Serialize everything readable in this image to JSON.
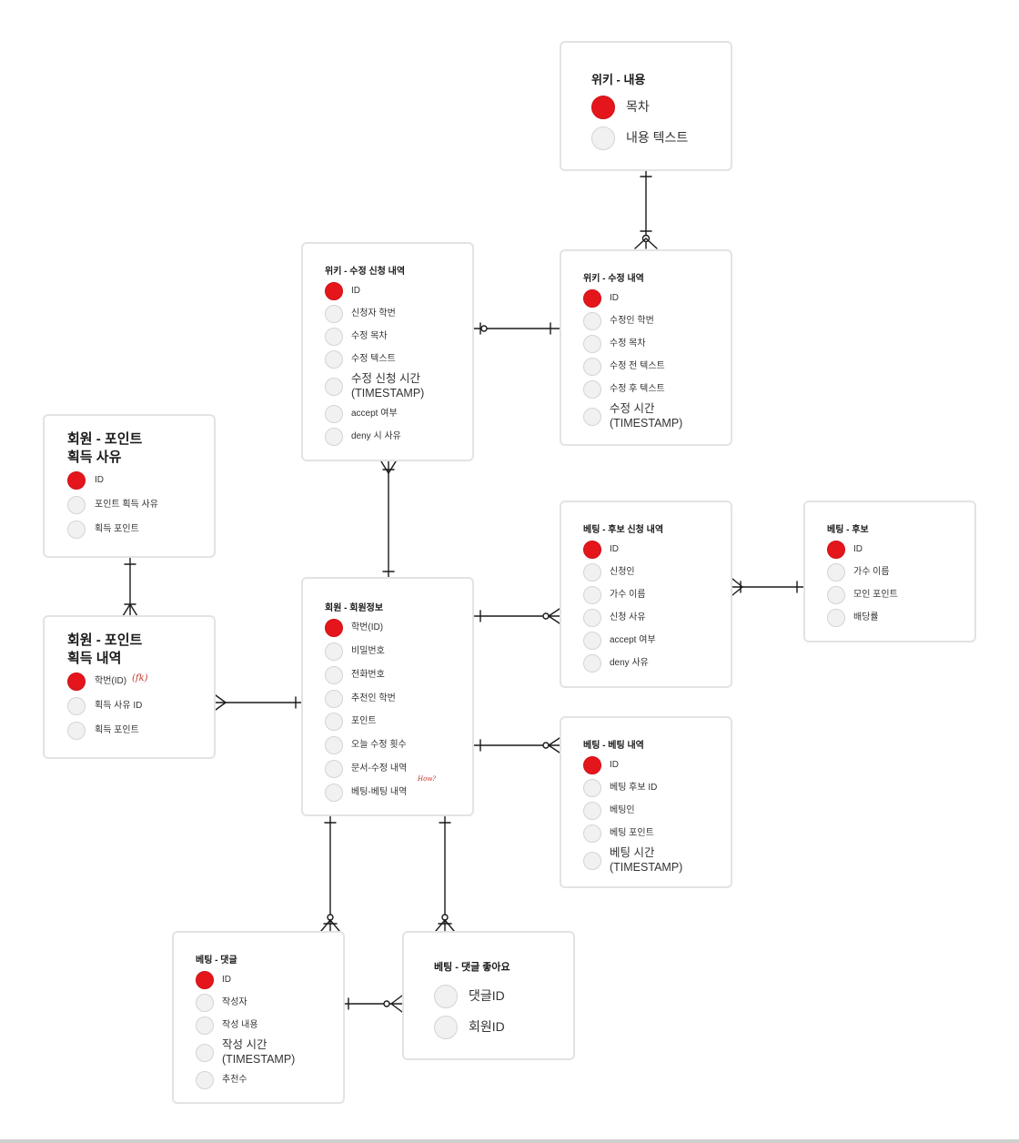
{
  "entities": {
    "wiki_content": {
      "title": "위키 - 내용",
      "fields": [
        "목차",
        "내용 텍스트"
      ]
    },
    "wiki_edit_request": {
      "title": "위키 - 수정 신청 내역",
      "fields": [
        "ID",
        "신청자 학번",
        "수정 목차",
        "수정 텍스트",
        "수정 신청 시간\n(TIMESTAMP)",
        "accept 여부",
        "deny 시 사유"
      ]
    },
    "wiki_edit_history": {
      "title": "위키 - 수정 내역",
      "fields": [
        "ID",
        "수정인 학번",
        "수정 목차",
        "수정 전 텍스트",
        "수정 후 텍스트",
        "수정 시간\n(TIMESTAMP)"
      ]
    },
    "point_reason": {
      "title": "회원 - 포인트\n획득 사유",
      "fields": [
        "ID",
        "포인트 획득 사유",
        "획득 포인트"
      ]
    },
    "point_history": {
      "title": "회원 - 포인트\n획득 내역",
      "fields": [
        "학번(ID)",
        "획득 사유 ID",
        "획득 포인트"
      ]
    },
    "member_info": {
      "title": "회원 - 회원정보",
      "fields": [
        "학번(ID)",
        "비밀번호",
        "전화번호",
        "추천인 학번",
        "포인트",
        "오늘 수정 횟수",
        "문서-수정 내역",
        "베팅-베팅 내역"
      ]
    },
    "bet_candidate_request": {
      "title": "베팅 - 후보 신청 내역",
      "fields": [
        "ID",
        "신청인",
        "가수 이름",
        "신청 사유",
        "accept 여부",
        "deny 사유"
      ]
    },
    "bet_candidate": {
      "title": "베팅 - 후보",
      "fields": [
        "ID",
        "가수 이름",
        "모인 포인트",
        "배당률"
      ]
    },
    "bet_history": {
      "title": "베팅 - 베팅 내역",
      "fields": [
        "ID",
        "베팅 후보 ID",
        "베팅인",
        "베팅 포인트",
        "베팅 시간\n(TIMESTAMP)"
      ]
    },
    "bet_comment": {
      "title": "베팅 - 댓글",
      "fields": [
        "ID",
        "작성자",
        "작성 내용",
        "작성 시간\n(TIMESTAMP)",
        "추천수"
      ]
    },
    "bet_comment_like": {
      "title": "베팅 - 댓글 좋아요",
      "fields": [
        "댓글ID",
        "회원ID"
      ]
    }
  },
  "annotations": {
    "fk_note": "(fk)",
    "how_note": "How?"
  },
  "colors": {
    "primary_key": "#e4161c",
    "field_dot": "#f1f1f1",
    "card_border": "#e3e3e3",
    "line": "#1a1a1a",
    "annotation": "#c0392b"
  }
}
